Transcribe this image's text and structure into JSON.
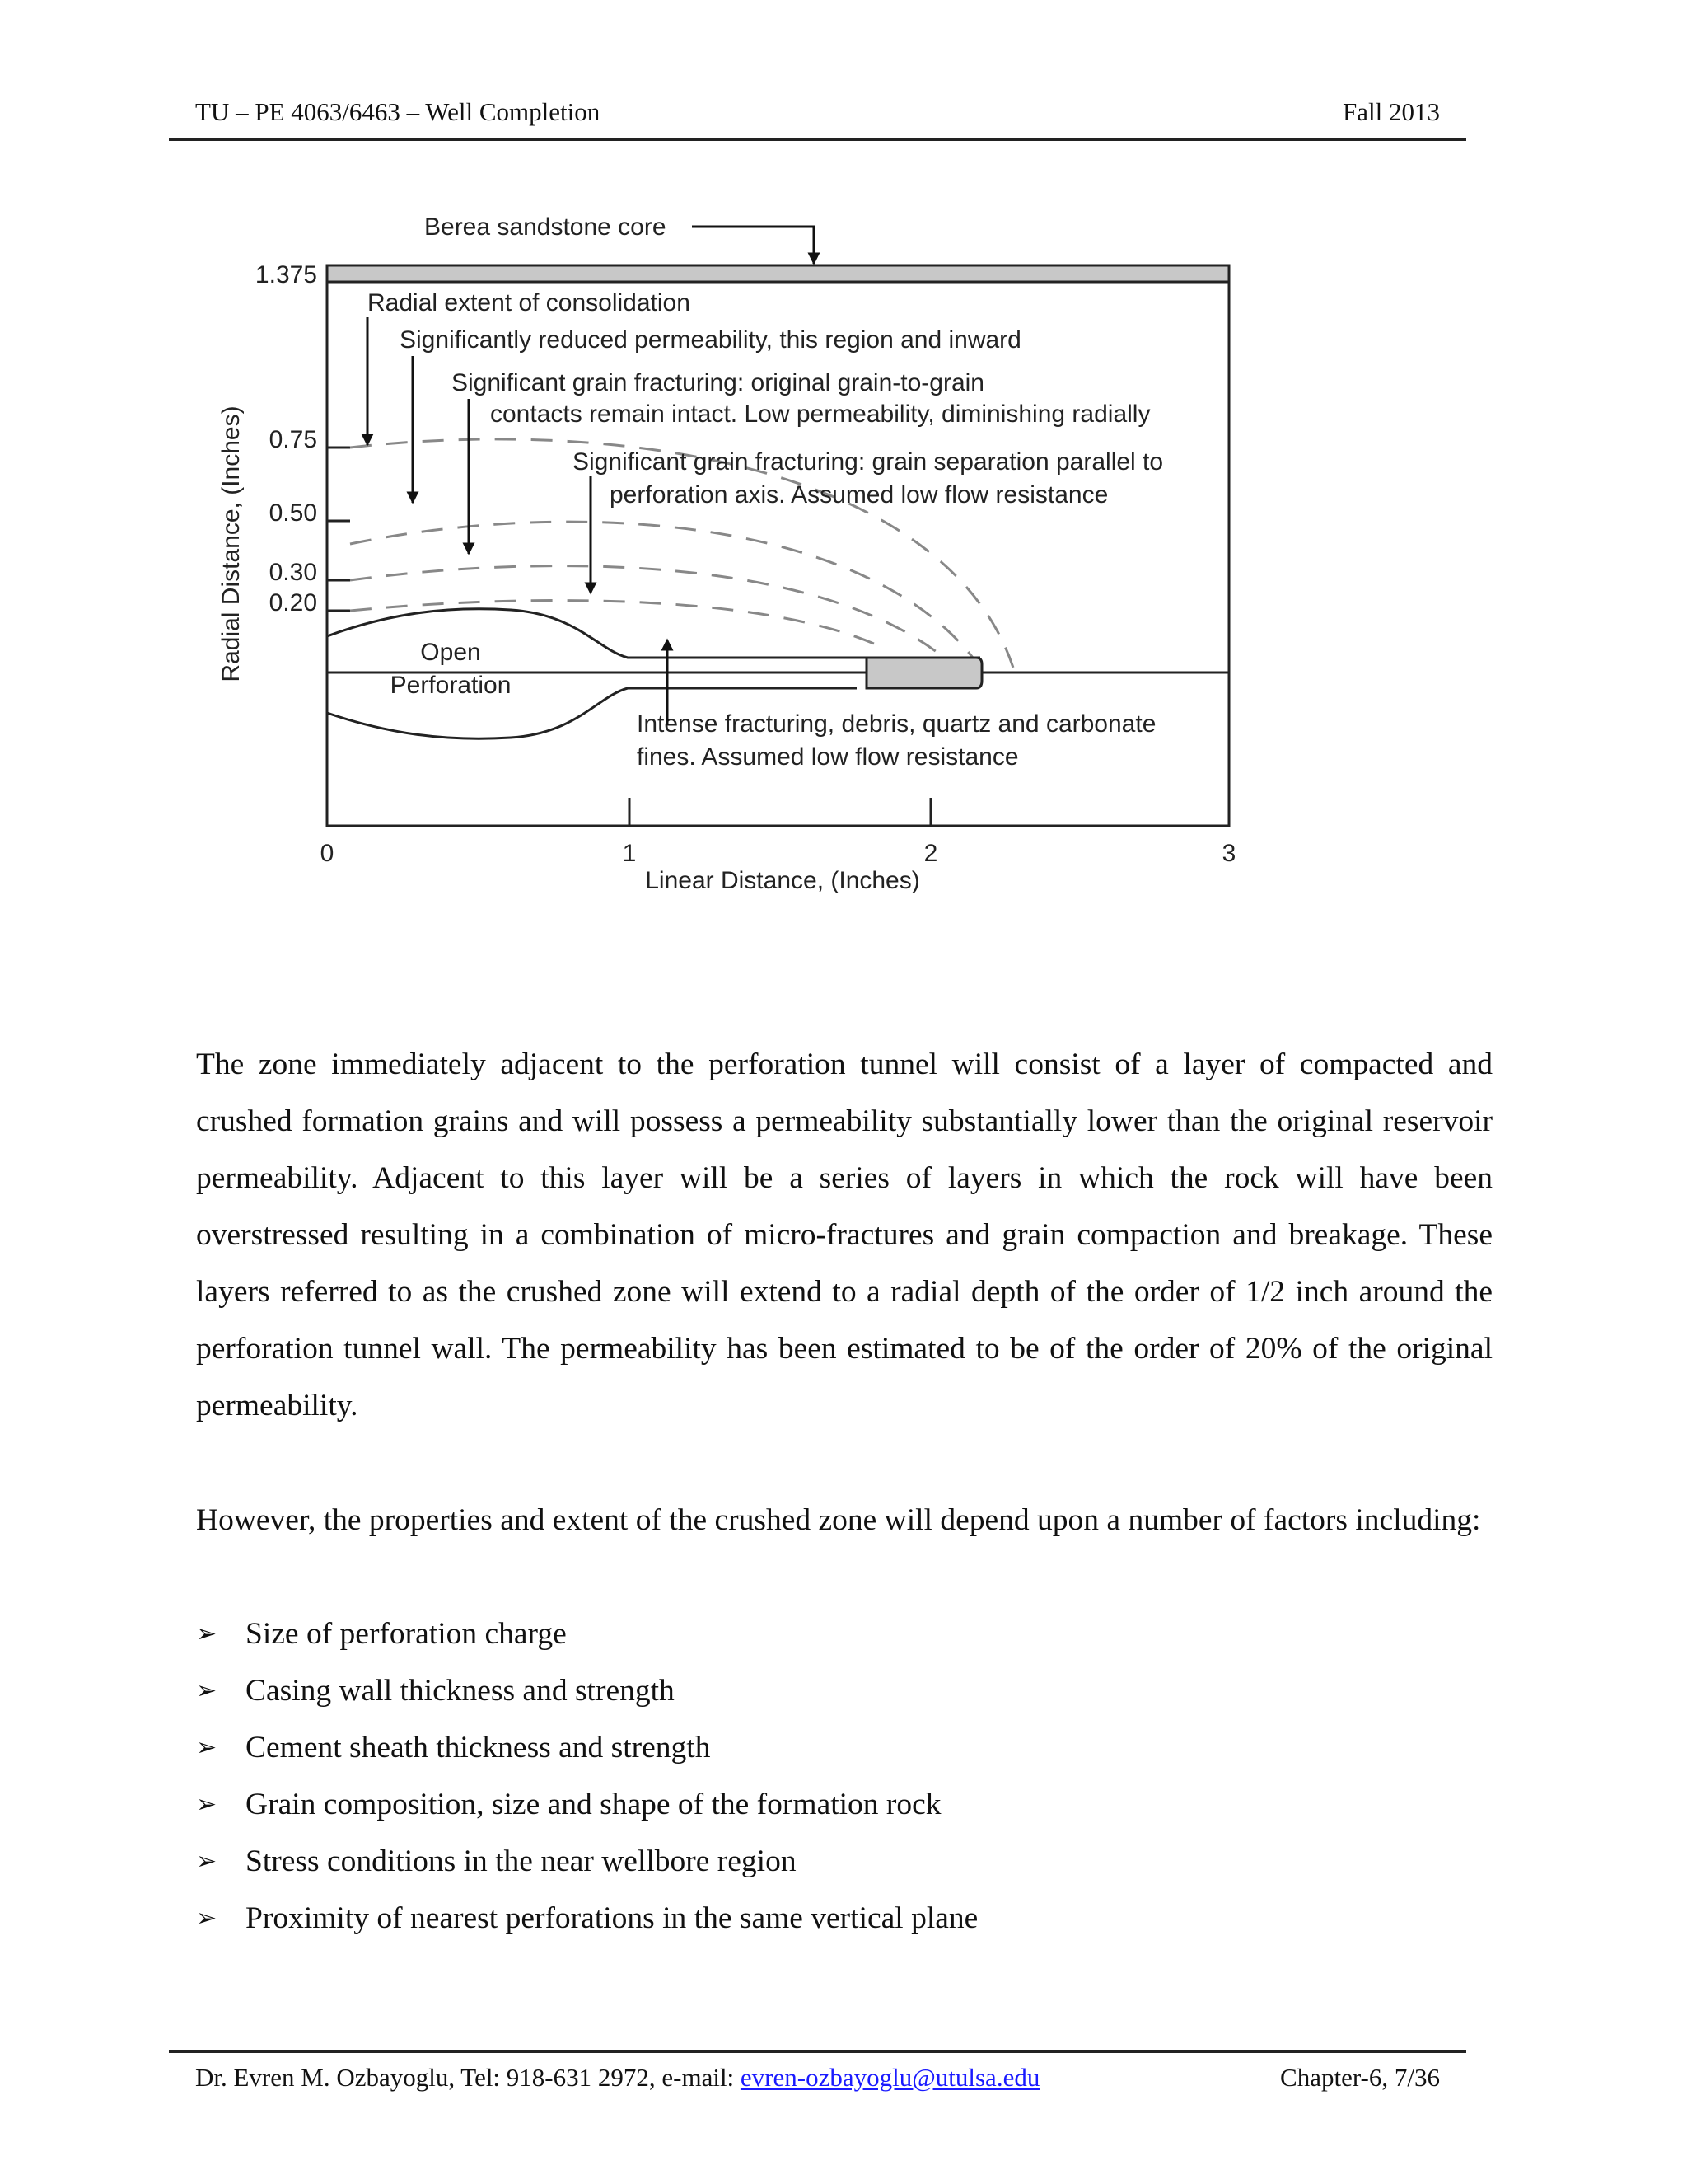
{
  "header": {
    "left": "TU – PE 4063/6463 – Well Completion",
    "right": "Fall 2013"
  },
  "figure": {
    "core_label": "Berea sandstone core",
    "y_axis_label": "Radial Distance, (Inches)",
    "x_axis_label": "Linear Distance, (Inches)",
    "y_ticks": [
      "1.375",
      "0.75",
      "0.50",
      "0.30",
      "0.20"
    ],
    "x_ticks": [
      "0",
      "1",
      "2",
      "3"
    ],
    "annotations": {
      "a1": "Radial extent of consolidation",
      "a2": "Significantly reduced permeability, this region and inward",
      "a3_line1": "Significant grain fracturing: original grain-to-grain",
      "a3_line2": "contacts remain intact. Low permeability, diminishing radially",
      "a4_line1": "Significant grain fracturing: grain separation parallel to",
      "a4_line2": "perforation axis. Assumed low flow resistance",
      "open_line1": "Open",
      "open_line2": "Perforation",
      "a5_line1": "Intense fracturing, debris, quartz and carbonate",
      "a5_line2": "fines. Assumed low flow resistance"
    }
  },
  "para1": "The zone immediately adjacent to the perforation tunnel will consist of a layer of compacted and crushed formation grains and will possess a permeability substantially lower than the original reservoir permeability. Adjacent to this layer will be a series of layers in which the rock will have been overstressed resulting in a combination of micro-fractures and grain compaction and breakage. These layers referred to as the crushed zone will extend to a radial depth of the order of 1/2 inch around the perforation tunnel wall. The permeability has been estimated to be of the order of 20% of the original permeability.",
  "para2": "However, the properties and extent of the crushed zone will depend upon a number of factors including:",
  "bullet_symbol": "➢",
  "factors": [
    "Size of perforation charge",
    "Casing wall thickness and strength",
    "Cement sheath thickness and strength",
    "Grain composition, size and shape of the formation rock",
    "Stress conditions in the near wellbore region",
    "Proximity of nearest perforations in the same vertical plane"
  ],
  "footer": {
    "prefix": "Dr. Evren M. Ozbayoglu, Tel: 918-631 2972, e-mail: ",
    "email": "evren-ozbayoglu@utulsa.edu",
    "right": "Chapter-6, 7/36"
  }
}
